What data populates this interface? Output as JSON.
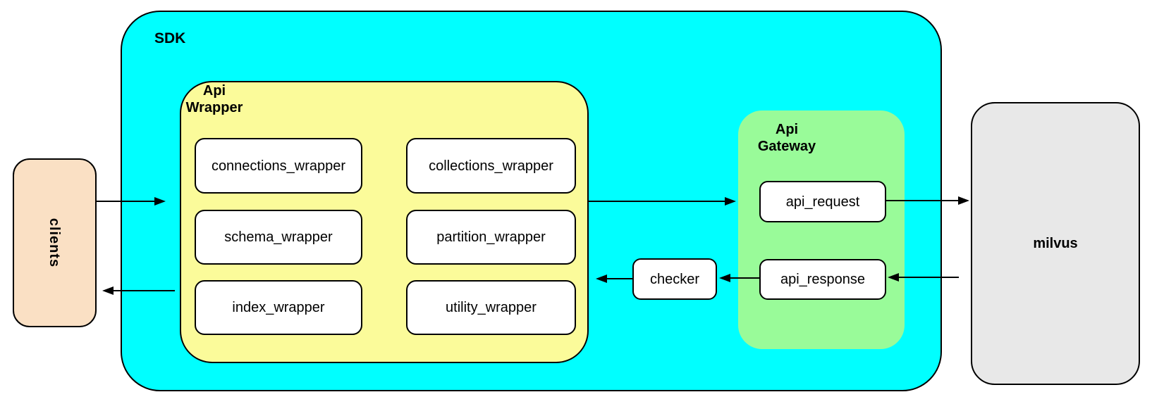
{
  "diagram": {
    "clients": {
      "label": "clients"
    },
    "sdk": {
      "label": "SDK"
    },
    "api_wrapper": {
      "label": "Api\nWrapper",
      "boxes": [
        "connections_wrapper",
        "collections_wrapper",
        "schema_wrapper",
        "partition_wrapper",
        "index_wrapper",
        "utility_wrapper"
      ]
    },
    "checker": {
      "label": "checker"
    },
    "api_gateway": {
      "label": "Api\nGateway",
      "request_label": "api_request",
      "response_label": "api_response"
    },
    "milvus": {
      "label": "milvus"
    },
    "colors": {
      "sdk_fill": "#00ffff",
      "api_wrapper_fill": "#fbfb9a",
      "api_gateway_fill": "#99fb99",
      "clients_fill": "#fae0c4",
      "milvus_fill": "#e8e8e8",
      "node_fill": "#ffffff",
      "stroke": "#000000"
    }
  }
}
